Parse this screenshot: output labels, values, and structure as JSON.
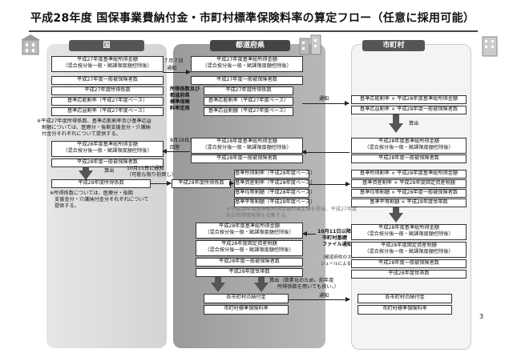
{
  "title": "平成28年度 国保事業費納付金・市町村標準保険料率の算定フロー（任意に採用可能）",
  "page_number": "3",
  "columns": {
    "kuni": "国",
    "pref": "都道府県",
    "city": "市町村"
  },
  "kuni": {
    "b1_l1": "平成27年度基準総所得金額",
    "b1_l2": "（混合按分後一般・賦課限度額控除後）",
    "b2": "平成27年度一般被保険者数",
    "b3": "平成27年度所得係数",
    "b4": "基準応能割率（平成27年度ベース）",
    "b5": "基準応益割率（平成27年度ベース）",
    "note1": [
      "※平成27年度所得係数、基準応能割率及び基準応益",
      "割額については、医療分・後期支援金分・介護納",
      "付金分それぞれについて提供する。"
    ],
    "b6_l1": "平成28年度基準総所得金額",
    "b6_l2": "（混合按分後一般・賦課限度額控除後）",
    "b7": "平成28年度一般被保険者数",
    "calc": "算出",
    "b8": "平成28年度所得係数",
    "note2": [
      "※所得係数については、医療分・後期",
      "支援金分・介護納付金分それぞれについて",
      "提供する。"
    ]
  },
  "pref": {
    "notice_date1": "７月７日",
    "notice1": "通知",
    "b1_l1": "平成27年度基準総所得金額",
    "b1_l2": "（混合按分後一般・賦課限度額控除後）",
    "b2": "平成27年度一般被保険者数",
    "b3": "平成27年度所得係数",
    "b4": "基準応能割率（平成27年度ベース）",
    "b5": "基準応益割額（平成27年度ベース）",
    "side_label": [
      "所得係数及び",
      "都道府県",
      "標準保険",
      "料率定用"
    ],
    "aug_date": "8月19日まで",
    "aug_reply": "回答",
    "b6_l1": "平成28年度基準総所得金額",
    "b6_l2": "（混合按分後一般・賦課限度額控除後）",
    "b7": "平成28年度一般被保険者数",
    "oct_notice": "10月11日に通知",
    "oct_sub": "（可能な限り前倒し）",
    "b8": "平成28年度所得係数",
    "r1": "基準所得割率（平成28年度ベース）",
    "r2": "基準資産割率（平成28年度ベース）",
    "r3": "基準均等割額（平成28年度ベース）",
    "r4": "基準平等割額（平成28年度ベース）",
    "hidden_note": [
      "※平成28年度基準総所得金額の確定値を提出、平成27年度",
      "前の所得情報等を収集する。"
    ],
    "b9_l1": "平成28年度基準総所得金額",
    "b9_l2": "（混合按分後一般・賦課限度額控除後）",
    "b10_l1": "平成28年度固定資産税額",
    "b10_l2": "（混合按分後一般・賦課限度額控除後）",
    "b11": "平成28年度一般被保険者数",
    "b12": "平成28年度世帯数",
    "calc_note1": "算出（簡素化のため、前年度",
    "calc_note2": "所得係数を用いても良い。）",
    "b13": "各市町村の納付金",
    "b14": "市町村標準保険料率",
    "oct_city_l1": "10月11日以降",
    "oct_city_l2": "市町村基礎",
    "oct_city_l3": "ファイル通知",
    "oct_city_note1": "（都道府県のスケ",
    "oct_city_note2": "ジュールによる）"
  },
  "city": {
    "notice": "通知",
    "c1": "基準応能割率 × 平成28年度基準総所得金額",
    "c2": "基準応益割率 × 平成28年度一般被保険者数",
    "calc": "算出",
    "c3_l1": "平成28年度基準総所得金額",
    "c3_l2": "（混合按分後一般・賦課限度額控除後）",
    "c4": "平成28年度一般被保険者数",
    "c5": "基準所得割率 × 平成28年度基準総所得金額",
    "c6": "基準資産割率 × 平成28年度固定資産税額",
    "c7": "基準均等割額 × 平成28年度一般被保険者数",
    "c8": "基準平等割額 × 平成28年度世帯数",
    "c9_l1": "平成28年度基準総所得金額",
    "c9_l2": "（混合按分後一般・賦課限度額控除後）",
    "c10_l1": "平成28年度固定資産税額",
    "c10_l2": "（混合按分後一般・賦課限度額控除後）",
    "c11": "平成28年度一般被保険者数",
    "c12": "平成28年度世帯数",
    "notice2": "通知",
    "c13": "各市町村の納付金",
    "c14": "市町村標準保険料率"
  }
}
